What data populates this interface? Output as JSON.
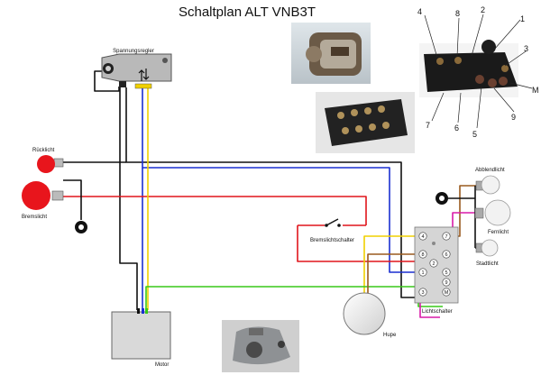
{
  "title": "Schaltplan ALT VNB3T",
  "labels": {
    "regulator": "Spannungsregler",
    "tail_light": "Rücklicht",
    "brake_light": "Bremslicht",
    "brake_switch": "Bremslichtschalter",
    "low_beam": "Abblendlicht",
    "high_beam": "Fernlicht",
    "city_light": "Stadtlicht",
    "light_switch": "Lichtschalter",
    "horn": "Hupe",
    "motor": "Motor"
  },
  "photo_callouts": [
    "4",
    "8",
    "2",
    "1",
    "3",
    "M",
    "7",
    "6",
    "5",
    "9"
  ],
  "switch_terminals": [
    "4",
    "7",
    "6",
    "8",
    "2",
    "1",
    "5",
    "9",
    "3",
    "M"
  ],
  "colors": {
    "black": "#111111",
    "blue": "#1a2fd0",
    "red": "#e0151c",
    "yellow": "#f0d000",
    "green": "#38c818",
    "magenta": "#d81aa8",
    "brown": "#9a5a1e",
    "lamp_red": "#e8151c",
    "lamp_white": "#f2f2f2"
  }
}
